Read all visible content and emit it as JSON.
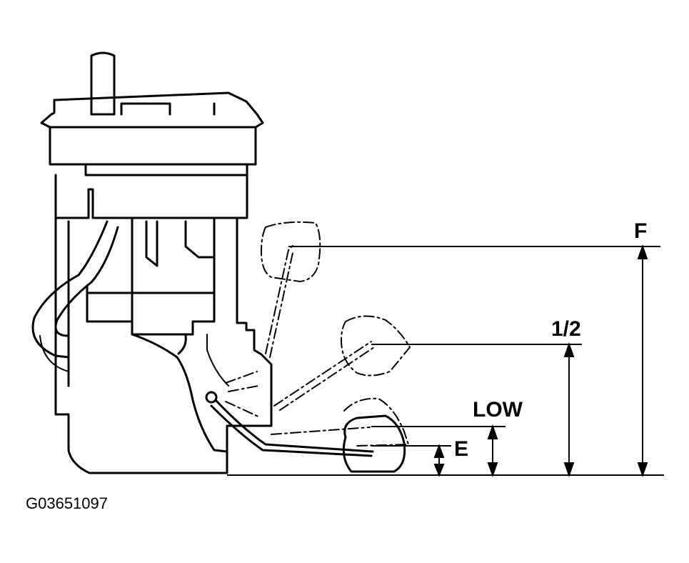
{
  "diagram": {
    "labels": {
      "full": "F",
      "half": "1/2",
      "low": "LOW",
      "empty": "E"
    },
    "figure_code": "G03651097",
    "stroke_color": "#000000",
    "background_color": "#ffffff"
  }
}
